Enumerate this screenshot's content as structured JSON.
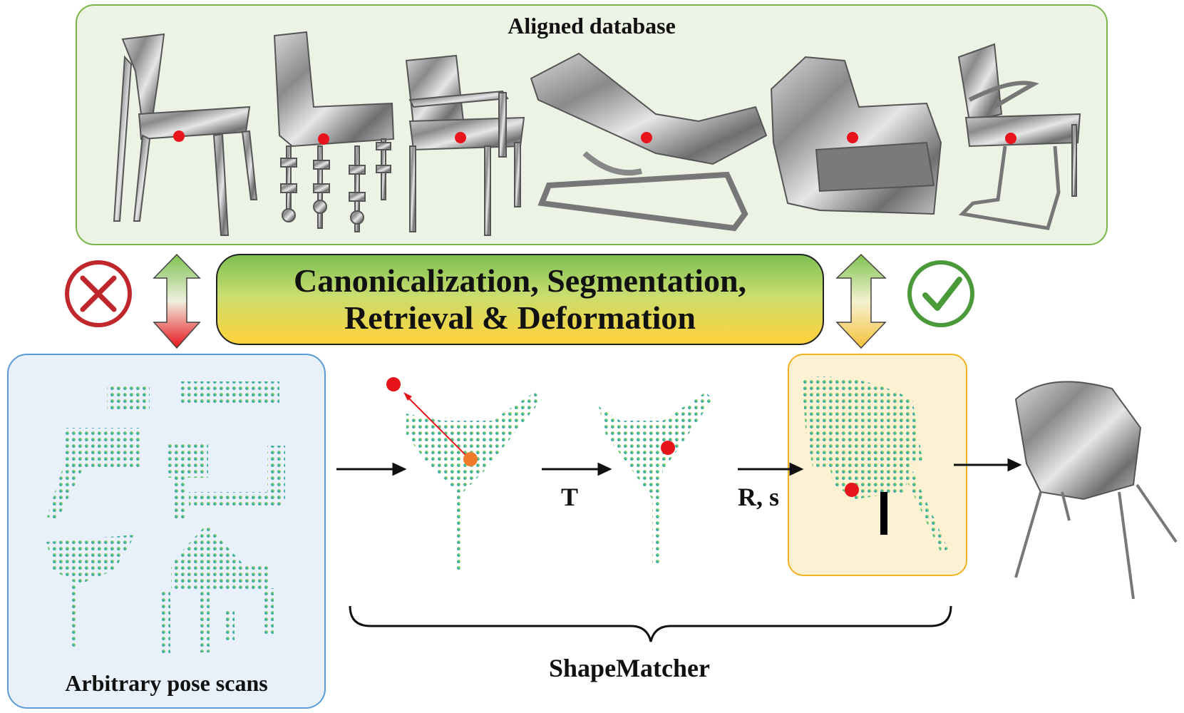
{
  "database": {
    "title": "Aligned database",
    "chairs": [
      "chair-1",
      "chair-2",
      "chair-3",
      "chair-4",
      "chair-5",
      "chair-6"
    ]
  },
  "banner": {
    "line1": "Canonicalization, Segmentation,",
    "line2": "Retrieval & Deformation"
  },
  "scans": {
    "label": "Arbitrary pose scans"
  },
  "pipeline": {
    "step_t": "T",
    "step_rs": "R, s",
    "brace_label": "ShapeMatcher"
  },
  "status": {
    "fail_icon": "cross-circle-icon",
    "ok_icon": "check-circle-icon"
  },
  "colors": {
    "db_border": "#7ab547",
    "scan_border": "#5b9bd5",
    "highlight_border": "#f2b21f",
    "centroid": "#e8141b",
    "fail": "#c0272d",
    "ok": "#4a9a3a"
  }
}
